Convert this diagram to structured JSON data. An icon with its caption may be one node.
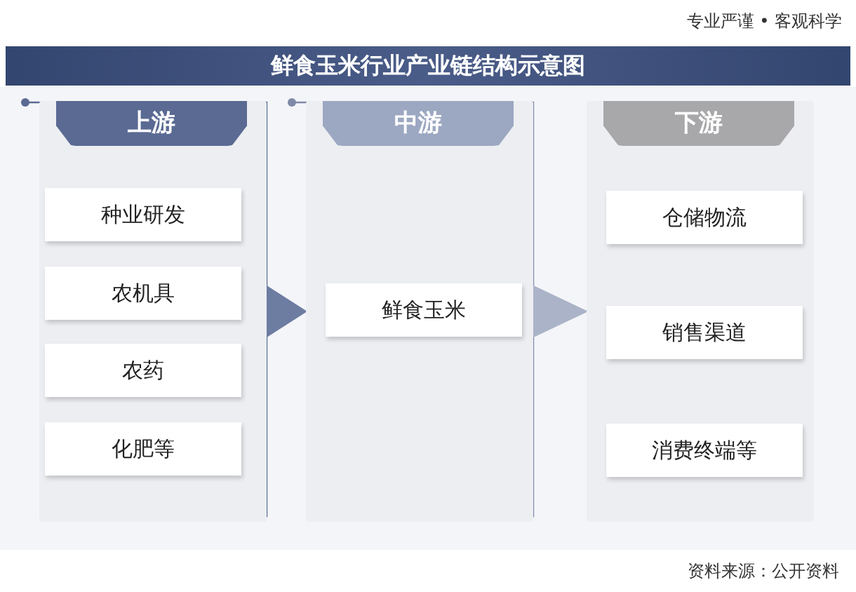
{
  "diagram": {
    "title": "鲜食玉米行业产业链结构示意图",
    "nodes": [
      {
        "text": [
          "上游"
        ]
      },
      {
        "text": [
          "种业研发"
        ],
        "in": 0
      },
      {
        "text": [
          "农机具"
        ],
        "in": 0
      },
      {
        "text": [
          "农药"
        ],
        "in": 0
      },
      {
        "text": [
          "化肥等"
        ],
        "in": 0
      },
      {
        "text": [
          "中游"
        ]
      },
      {
        "text": [
          "鲜食玉米"
        ],
        "in": 5
      },
      {
        "text": [
          "下游"
        ]
      },
      {
        "text": [
          "仓储物流"
        ],
        "in": 7
      },
      {
        "text": [
          "销售渠道"
        ],
        "in": 7
      },
      {
        "text": [
          "消费终端等"
        ],
        "in": 7
      }
    ],
    "edges": [
      {
        "from": 0,
        "to": 5,
        "arrow": "to"
      },
      {
        "from": 5,
        "to": 7,
        "arrow": "to"
      }
    ],
    "labels": [
      "专业严谨 • 客观科学",
      "资料来源：公开资料"
    ]
  }
}
